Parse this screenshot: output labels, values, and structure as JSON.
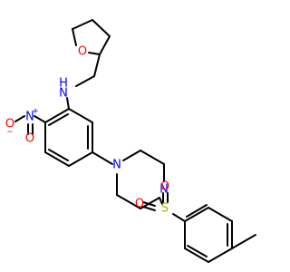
{
  "colors": {
    "bond": "#000000",
    "nitrogen": "#0000ff",
    "oxygen": "#ff0000",
    "sulfur": "#b3b300",
    "background": "#ffffff"
  },
  "atoms": {
    "thf_oxygen": "O",
    "amine_n": "N",
    "amine_h": "H",
    "nitro_n": "N",
    "nitro_n_charge": "+",
    "nitro_o_left": "O",
    "nitro_o_left_charge": "−",
    "nitro_o_bottom": "O",
    "piperazine_n_top": "N",
    "piperazine_n_bottom": "N",
    "sulfur": "S",
    "sulfonyl_o_top": "O",
    "sulfonyl_o_left": "O"
  }
}
